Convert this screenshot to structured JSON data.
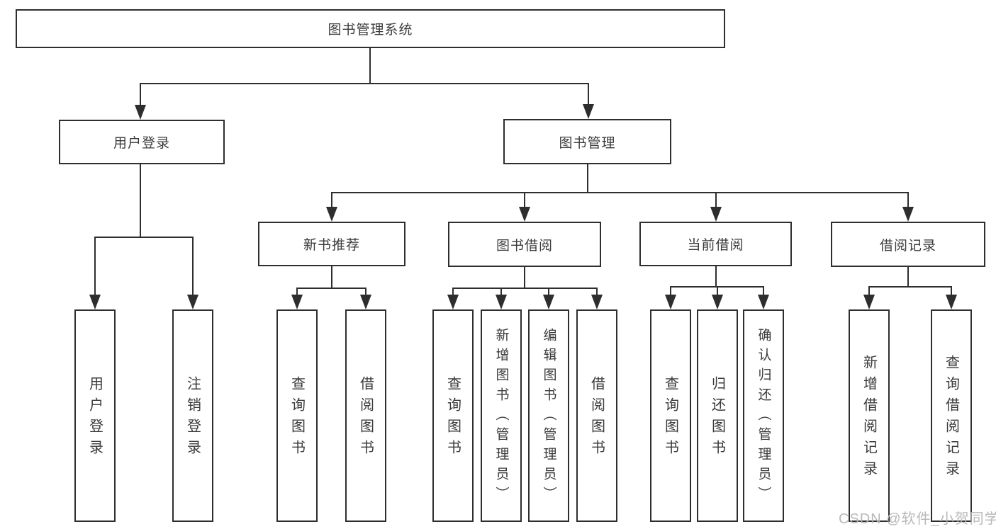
{
  "diagram": {
    "root": {
      "label": "图书管理系统"
    },
    "branches": [
      {
        "label": "用户登录",
        "children": [
          {
            "label": "用户登录"
          },
          {
            "label": "注销登录"
          }
        ]
      },
      {
        "label": "图书管理",
        "children": [
          {
            "label": "新书推荐",
            "children": [
              {
                "label": "查询图书"
              },
              {
                "label": "借阅图书"
              }
            ]
          },
          {
            "label": "图书借阅",
            "children": [
              {
                "label": "查询图书"
              },
              {
                "label": "新增图书（管理员）"
              },
              {
                "label": "编辑图书（管理员）"
              },
              {
                "label": "借阅图书"
              }
            ]
          },
          {
            "label": "当前借阅",
            "children": [
              {
                "label": "查询图书"
              },
              {
                "label": "归还图书"
              },
              {
                "label": "确认归还（管理员）"
              }
            ]
          },
          {
            "label": "借阅记录",
            "children": [
              {
                "label": "新增借阅记录"
              },
              {
                "label": "查询借阅记录"
              }
            ]
          }
        ]
      }
    ],
    "watermark": "CSDN @软件_小贺同学",
    "colors": {
      "line": "#2e2e2e",
      "text": "#3a3a3a",
      "watermark": "#b5b5b5",
      "background": "#ffffff"
    }
  }
}
